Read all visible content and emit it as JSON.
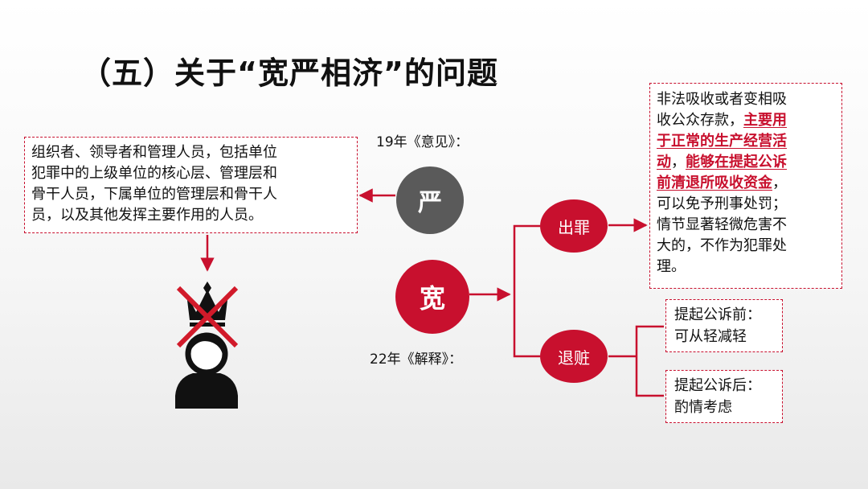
{
  "title": "（五）关于“宽严相济”的问题",
  "left_box": {
    "lines": [
      "组织者、领导者和管理人员，包括单位",
      "犯罪中的上级单位的核心层、管理层和",
      "骨干人员，下属单位的管理层和骨干人",
      "员，以及其他发挥主要作用的人员。"
    ]
  },
  "opinion_label": "19年《意见》：",
  "interpretation_label": "22年《解释》：",
  "nodes": {
    "yan": "严",
    "kuan": "宽",
    "chuzui": "出罪",
    "tuizang": "退赃"
  },
  "right_box": {
    "line1": "非法吸收或者变相吸",
    "line2_a": "收公众存款，",
    "line2_b": "主要用",
    "line3": "于正常的生产经营活",
    "line4_a": "动",
    "line4_b": "，",
    "line4_c": "能够在提起公诉",
    "line5_a": "前清退所吸收资金",
    "line5_b": "，",
    "line6": "可以免予刑事处罚；",
    "line7": "情节显著轻微危害不",
    "line8": "大的，不作为犯罪处",
    "line9": "理。"
  },
  "before_box": {
    "line1": "提起公诉前：",
    "line2": "可从轻减轻"
  },
  "after_box": {
    "line1": "提起公诉后：",
    "line2": "酌情考虑"
  },
  "icons": [
    "crossed-crown-person-icon"
  ],
  "colors": {
    "accent": "#c8102e",
    "gray_node": "#5a5a5a"
  }
}
